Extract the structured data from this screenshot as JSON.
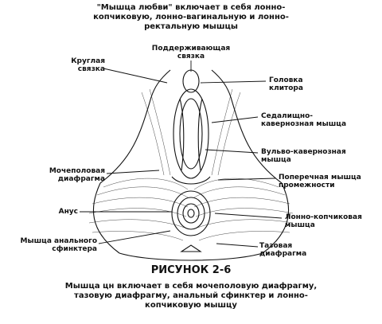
{
  "captions": {
    "top": "\"Мышца любви\" включает в себя лонно-копчиковую, лонно-вагинальную и лонно-ректальную мышцы",
    "figure": "РИСУНОК 2-6",
    "bottom": "Мышца цн включает в себя мочеполовую диафрагму, тазовую диафрагму, анальный сфинктер и лонно-копчиковую мышцу"
  },
  "labels": {
    "round_ligament": "Круглая\nсвязка",
    "suspensory_ligament": "Поддерживающая\nсвязка",
    "clitoris_head": "Головка\nклитора",
    "ischiocavernosus": "Седалищно-\nкавернозная мышца",
    "bulbocavernosus": "Вульво-кавернозная\nмышца",
    "transverse_perineal": "Поперечная мышца\nпромежности",
    "urogenital_diaphragm": "Мочеполовая\nдиафрагма",
    "anus": "Анус",
    "pubococcygeus": "Лонно-копчиковая\nмышца",
    "anal_sphincter": "Мышца анального\nсфинктера",
    "pelvic_diaphragm": "Тазовая\nдиафрагма"
  }
}
